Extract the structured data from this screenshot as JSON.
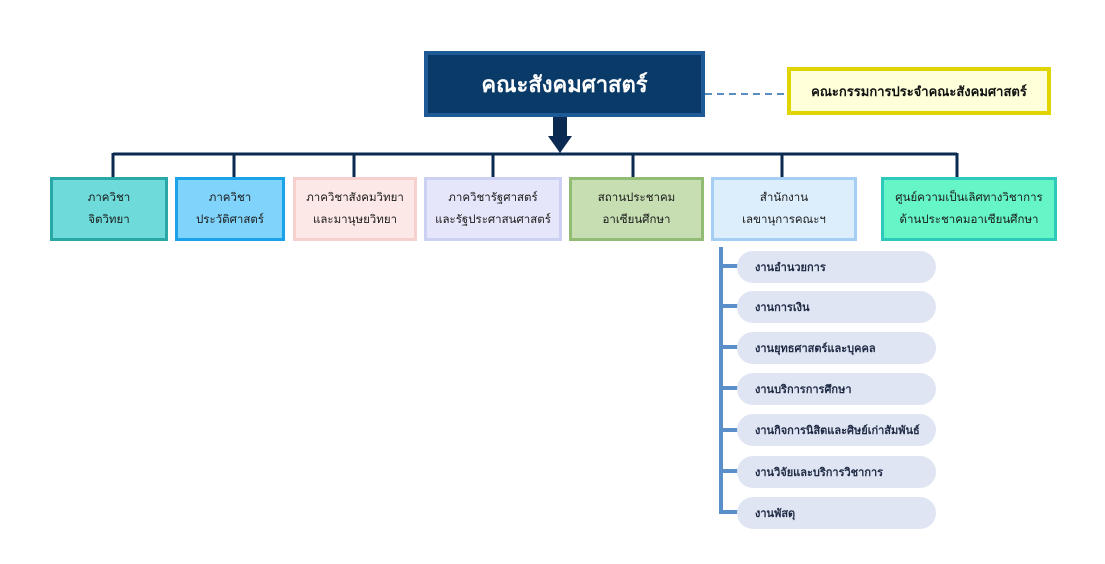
{
  "faculty": {
    "title": "คณะสังคมศาสตร์"
  },
  "committee": {
    "label": "คณะกรรมการประจำคณะสังคมศาสตร์"
  },
  "units": [
    {
      "label": "ภาควิชา\nจิตวิทยา"
    },
    {
      "label": "ภาควิชา\nประวัติศาสตร์"
    },
    {
      "label": "ภาควิชาสังคมวิทยา\nและมานุษยวิทยา"
    },
    {
      "label": "ภาควิชารัฐศาสตร์\nและรัฐประศาสนศาสตร์"
    },
    {
      "label": "สถานประชาคม\nอาเซียนศึกษา"
    },
    {
      "label": "สำนักงาน\nเลขานุการคณะฯ"
    },
    {
      "label": "ศูนย์ความเป็นเลิศทางวิชาการ\nด้านประชาคมอาเซียนศึกษา"
    }
  ],
  "office_sections": [
    {
      "label": "งานอำนวยการ"
    },
    {
      "label": "งานการเงิน"
    },
    {
      "label": "งานยุทธศาสตร์และบุคคล"
    },
    {
      "label": "งานบริการการศึกษา"
    },
    {
      "label": "งานกิจการนิสิตและศิษย์เก่าสัมพันธ์"
    },
    {
      "label": "งานวิจัยและบริการวิชาการ"
    },
    {
      "label": "งานพัสดุ"
    }
  ],
  "colors": {
    "top_fill": "#0a3a68",
    "connector": "#0a2a52",
    "dashed_link": "#5b8cc0",
    "office_tree": "#5b8fc9",
    "section_fill": "#dfe5f3"
  }
}
